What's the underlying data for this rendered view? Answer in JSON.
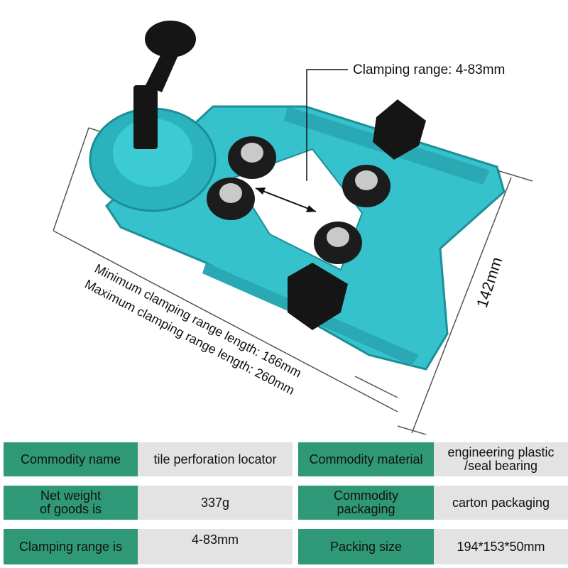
{
  "colors": {
    "accent_green": "#2f9977",
    "tool_teal": "#35c2cc",
    "value_gray": "#e3e3e3"
  },
  "annotations": {
    "clamping_range": "Clamping range: 4-83mm",
    "height_dim": "142mm",
    "min_length": "Minimum clamping range length: 186mm",
    "max_length": "Maximum clamping range length: 260mm"
  },
  "specs": {
    "commodity_name": {
      "label": "Commodity name",
      "value": "tile perforation locator"
    },
    "commodity_material": {
      "label": "Commodity material",
      "value_line1": "engineering plastic",
      "value_line2": "/seal bearing"
    },
    "net_weight": {
      "label_line1": "Net weight",
      "label_line2": "of goods is",
      "value": "337g"
    },
    "commodity_packaging": {
      "label_line1": "Commodity",
      "label_line2": "packaging",
      "value": "carton packaging"
    },
    "clamping_range": {
      "label": "Clamping range is",
      "value": "4-83mm"
    },
    "packing_size": {
      "label": "Packing size",
      "value": "194*153*50mm"
    }
  }
}
